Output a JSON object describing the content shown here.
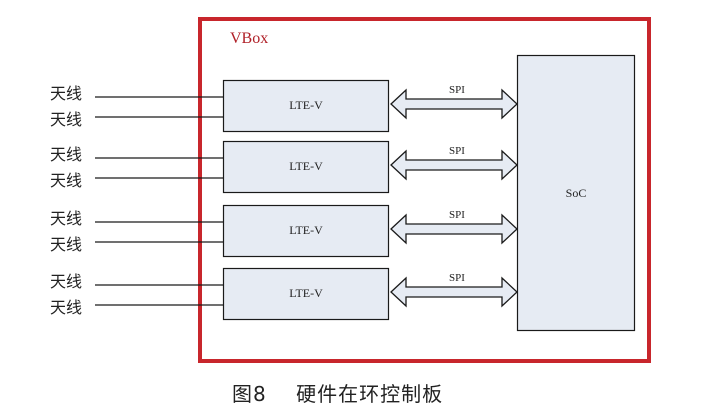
{
  "diagram": {
    "container_title": "VBox",
    "antenna_label": "天线",
    "antennas": [
      "天线",
      "天线",
      "天线",
      "天线",
      "天线",
      "天线",
      "天线",
      "天线"
    ],
    "modules": [
      {
        "label": "LTE-V",
        "link_label": "SPI"
      },
      {
        "label": "LTE-V",
        "link_label": "SPI"
      },
      {
        "label": "LTE-V",
        "link_label": "SPI"
      },
      {
        "label": "LTE-V",
        "link_label": "SPI"
      }
    ],
    "soc_label": "SoC",
    "caption": "图8    硬件在环控制板",
    "colors": {
      "frame": "#c8262c",
      "box_fill": "#e6ebf3",
      "arrow_fill": "#e6ebf3",
      "stroke": "#1a1a1a",
      "title": "#b02028"
    }
  }
}
